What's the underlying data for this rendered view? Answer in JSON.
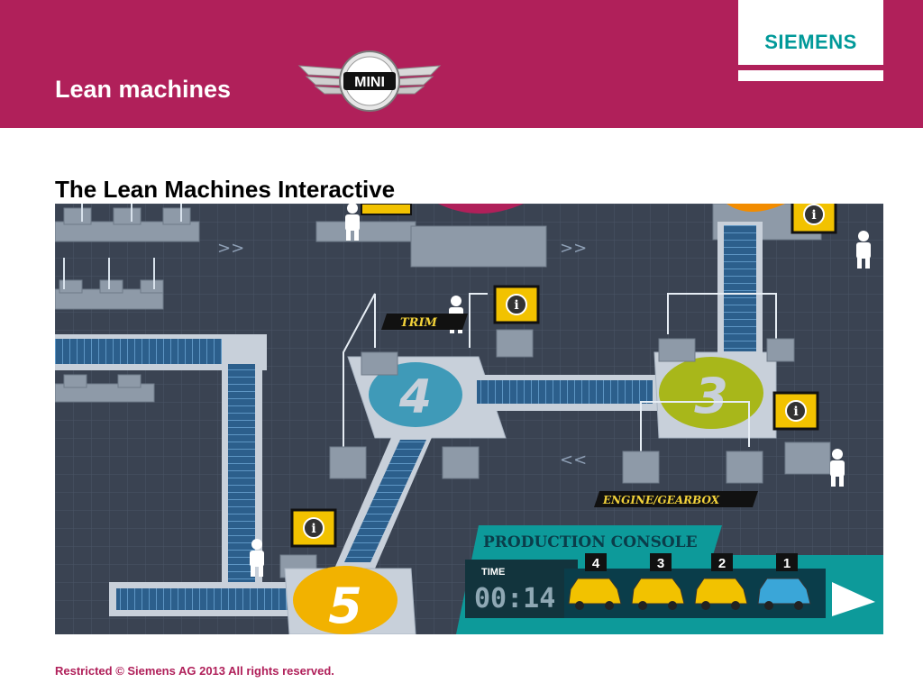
{
  "header": {
    "title": "Lean machines",
    "brand": "SIEMENS",
    "partner_logo_text": "MINI",
    "band_color": "#b0205a",
    "brand_color": "#009999"
  },
  "slide": {
    "title": "The Lean Machines Interactive"
  },
  "interactive": {
    "stations": [
      {
        "number": "4"
      },
      {
        "number": "3"
      },
      {
        "number": "5"
      }
    ],
    "labels": {
      "trim": "TRIM",
      "engine": "ENGINE/GEARBOX",
      "console": "PRODUCTION CONSOLE",
      "time_label": "TIME",
      "time_value": "00:14"
    },
    "queue": [
      "4",
      "3",
      "2",
      "1"
    ],
    "info_icon": "i",
    "arrows": {
      "a1": ">>",
      "a2": ">>",
      "a3": "<<"
    }
  },
  "footer": {
    "text": "Restricted © Siemens AG 2013 All rights reserved."
  }
}
